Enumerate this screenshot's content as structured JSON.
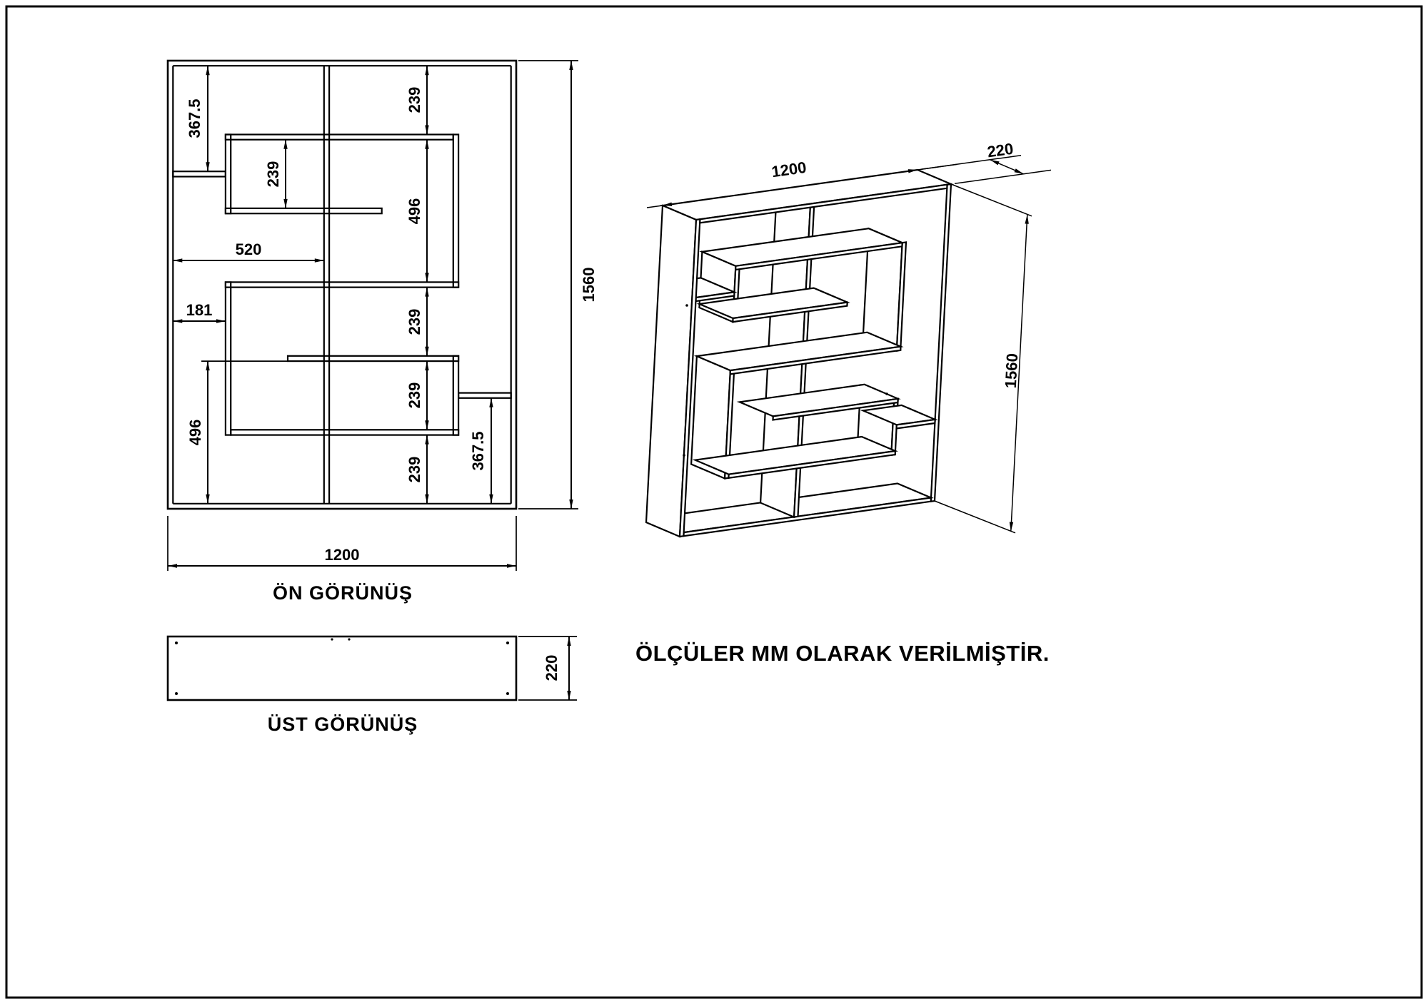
{
  "note": "ÖLÇÜLER MM OLARAK VERİLMİŞTİR.",
  "front_view": {
    "title": "ÖN GÖRÜNÜŞ",
    "dims": {
      "left_top": "367.5",
      "top_right": "239",
      "upper_box": "239",
      "right_upper": "496",
      "spine_offset": "520",
      "stub_offset": "181",
      "right_mid_upper": "239",
      "right_mid_lower": "239",
      "left_bottom": "496",
      "right_bottom": "367.5",
      "bottom_center": "239",
      "overall_height": "1560",
      "overall_width": "1200"
    }
  },
  "top_view": {
    "title": "ÜST GÖRÜNÜŞ",
    "dims": {
      "depth": "220"
    }
  },
  "iso_view": {
    "dims": {
      "width": "1200",
      "depth": "220",
      "height": "1560"
    }
  }
}
